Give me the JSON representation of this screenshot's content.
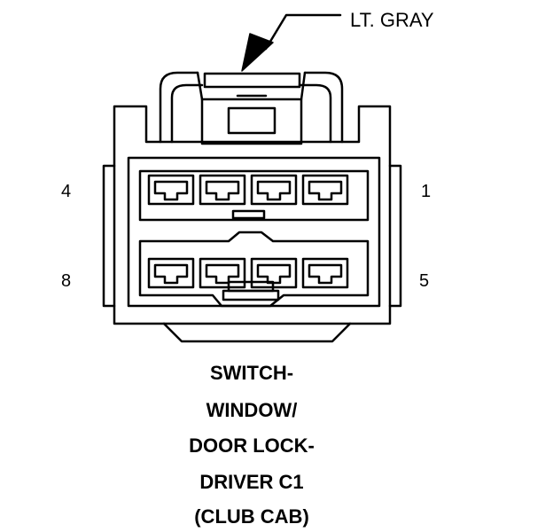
{
  "connector": {
    "color_label": "LT. GRAY",
    "pin_labels": {
      "top_left": "4",
      "top_right": "1",
      "bottom_left": "8",
      "bottom_right": "5"
    },
    "title_lines": [
      "SWITCH-",
      "WINDOW/",
      "DOOR LOCK-",
      "DRIVER C1",
      "(CLUB CAB)"
    ]
  }
}
